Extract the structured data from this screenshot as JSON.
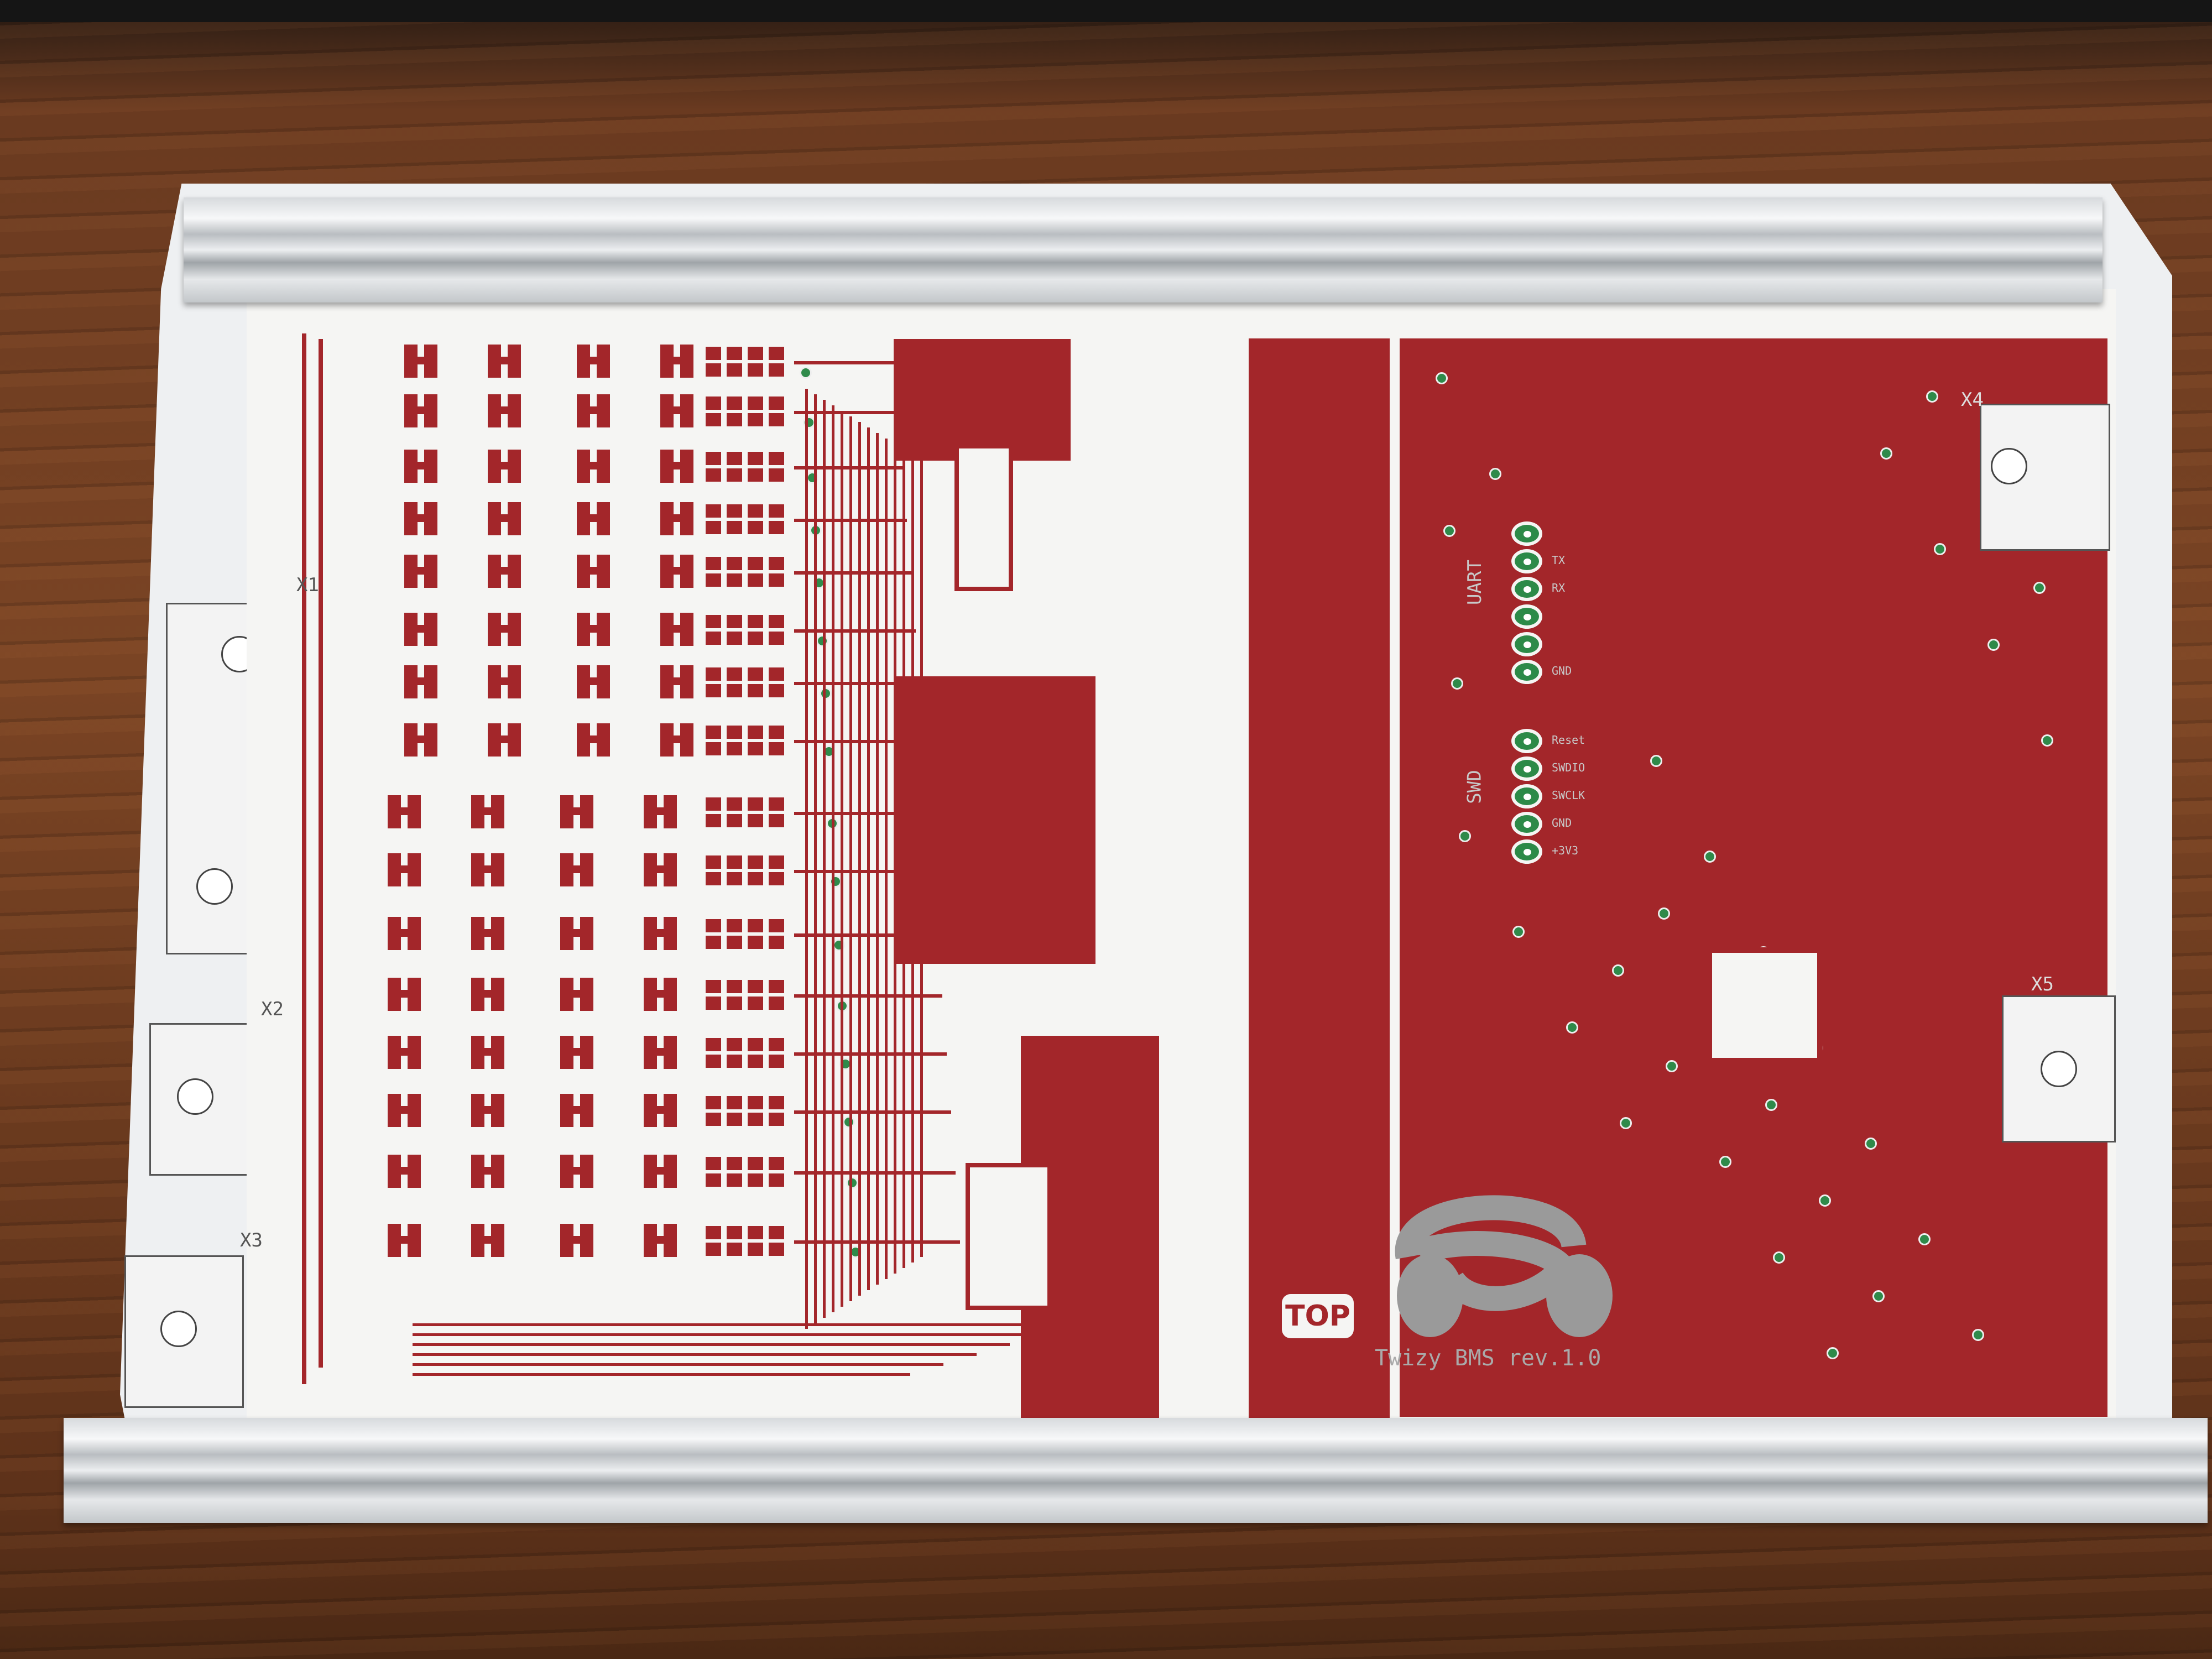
{
  "board": {
    "top_marker": "TOP",
    "title": "Twizy BMS rev.1.0",
    "connectors": [
      "X1",
      "X2",
      "X3",
      "X4",
      "X5"
    ],
    "uart": {
      "label": "UART",
      "pins": [
        "TX",
        "RX",
        "GND"
      ]
    },
    "swd": {
      "label": "SWD",
      "pins": [
        "Reset",
        "SWDIO",
        "SWCLK",
        "GND",
        "+3V3"
      ]
    }
  },
  "colors": {
    "copper": "#a3262a",
    "paper": "#f5f5f3",
    "via": "#2f8a4a",
    "wood": "#7a4424",
    "aluminum": "#d7dadd"
  }
}
